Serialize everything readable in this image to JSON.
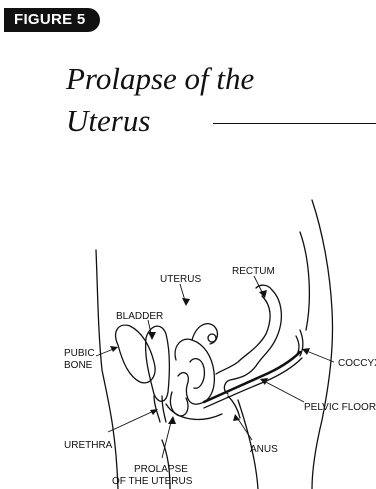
{
  "figure_label": "FIGURE 5",
  "title_line1": "Prolapse of the",
  "title_line2": "Uterus",
  "labels": {
    "uterus": "UTERUS",
    "rectum": "RECTUM",
    "bladder": "BLADDER",
    "pubic_bone_1": "PUBIC",
    "pubic_bone_2": "BONE",
    "coccyx": "COCCYX",
    "pelvic_floor": "PELVIC FLOOR",
    "urethra": "URETHRA",
    "anus": "ANUS",
    "prolapse_1": "PROLAPSE",
    "prolapse_2": "OF THE UTERUS"
  }
}
